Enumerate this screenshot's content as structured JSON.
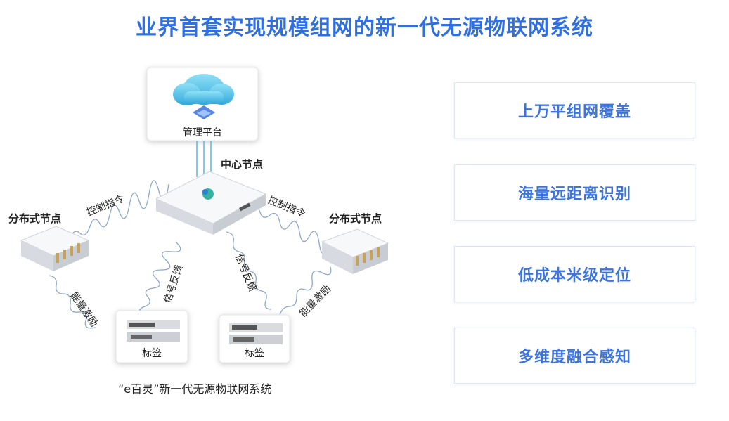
{
  "title": "业界首套实现规模组网的新一代无源物联网系统",
  "diagram": {
    "platform_label": "管理平台",
    "center_node_label": "中心节点",
    "distributed_left_label": "分布式节点",
    "distributed_right_label": "分布式节点",
    "control_left": "控制指令",
    "control_right": "控制指令",
    "energy_left": "能量激励",
    "energy_right": "能量激励",
    "signal_left": "信号反馈",
    "signal_right": "信号反馈",
    "tag_left": "标签",
    "tag_right": "标签",
    "caption": "“e百灵”新一代无源物联网系统"
  },
  "features": [
    {
      "label": "上万平组网覆盖"
    },
    {
      "label": "海量远距离识别"
    },
    {
      "label": "低成本米级定位"
    },
    {
      "label": "多维度融合感知"
    }
  ],
  "colors": {
    "title": "#2f6fe0",
    "feature_text": "#3d74db",
    "cloud": "#5fc6ea",
    "wave": "#8fa8c8"
  }
}
